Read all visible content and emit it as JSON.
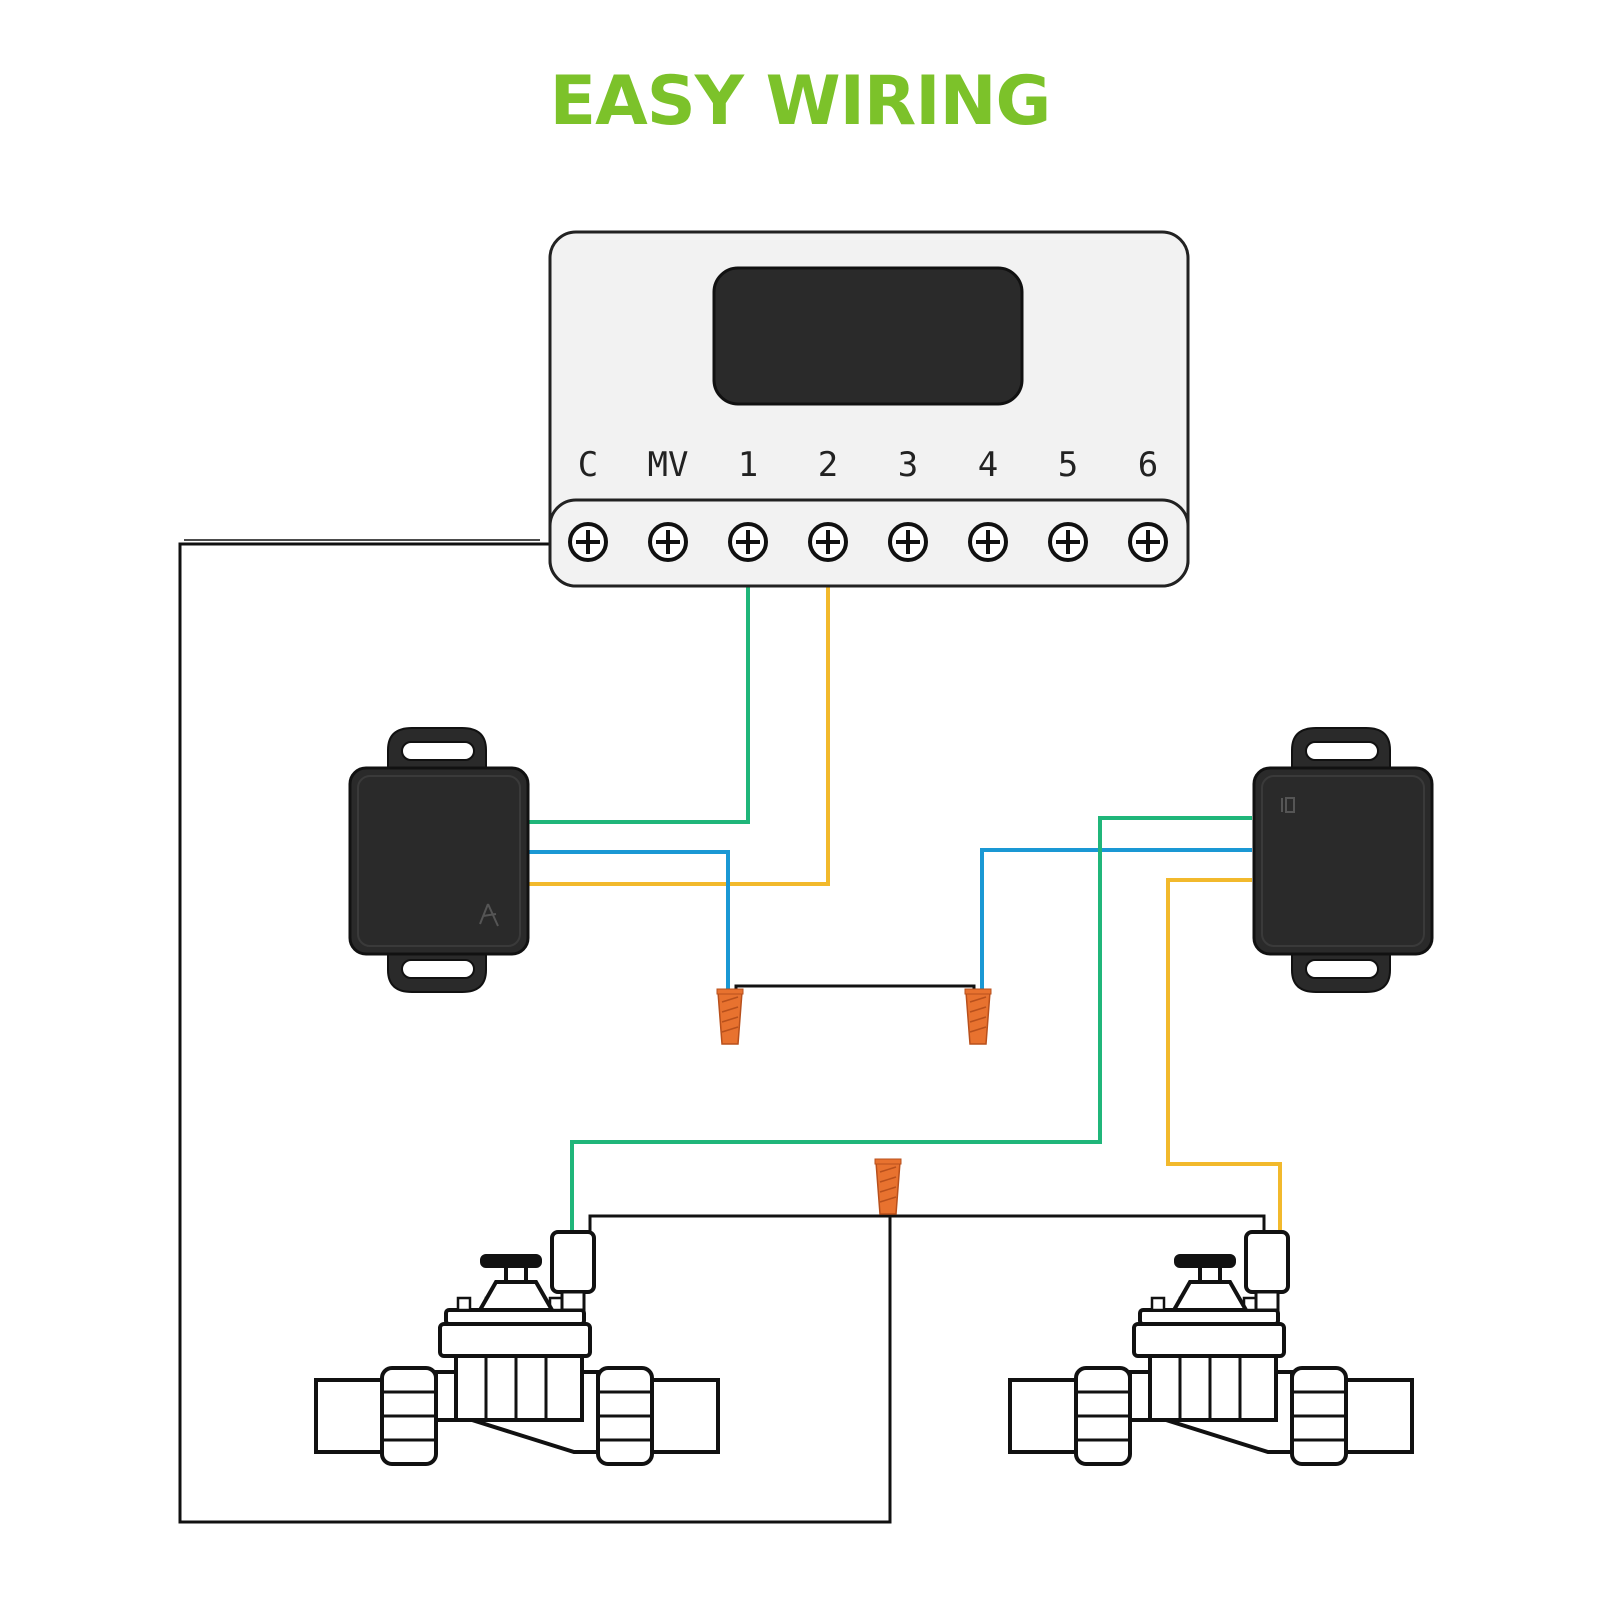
{
  "title": "EASY WIRING",
  "colors": {
    "title": "#7cc22a",
    "wire_green": "#20b67a",
    "wire_blue": "#1a98d4",
    "wire_yellow": "#f2b92c",
    "wire_black": "#111111",
    "connector": "#e8722f",
    "module": "#2a2a2a",
    "controller_body": "#f2f2f2"
  },
  "controller": {
    "terminals": [
      "C",
      "MV",
      "1",
      "2",
      "3",
      "4",
      "5",
      "6"
    ],
    "terminal_icon": "plus-circle-icon"
  },
  "components": {
    "modules": [
      "wireless-module-left",
      "wireless-module-right"
    ],
    "wire_nuts": [
      "wire-nut-left",
      "wire-nut-right",
      "wire-nut-common"
    ],
    "valves": [
      "solenoid-valve-left",
      "solenoid-valve-right"
    ]
  }
}
